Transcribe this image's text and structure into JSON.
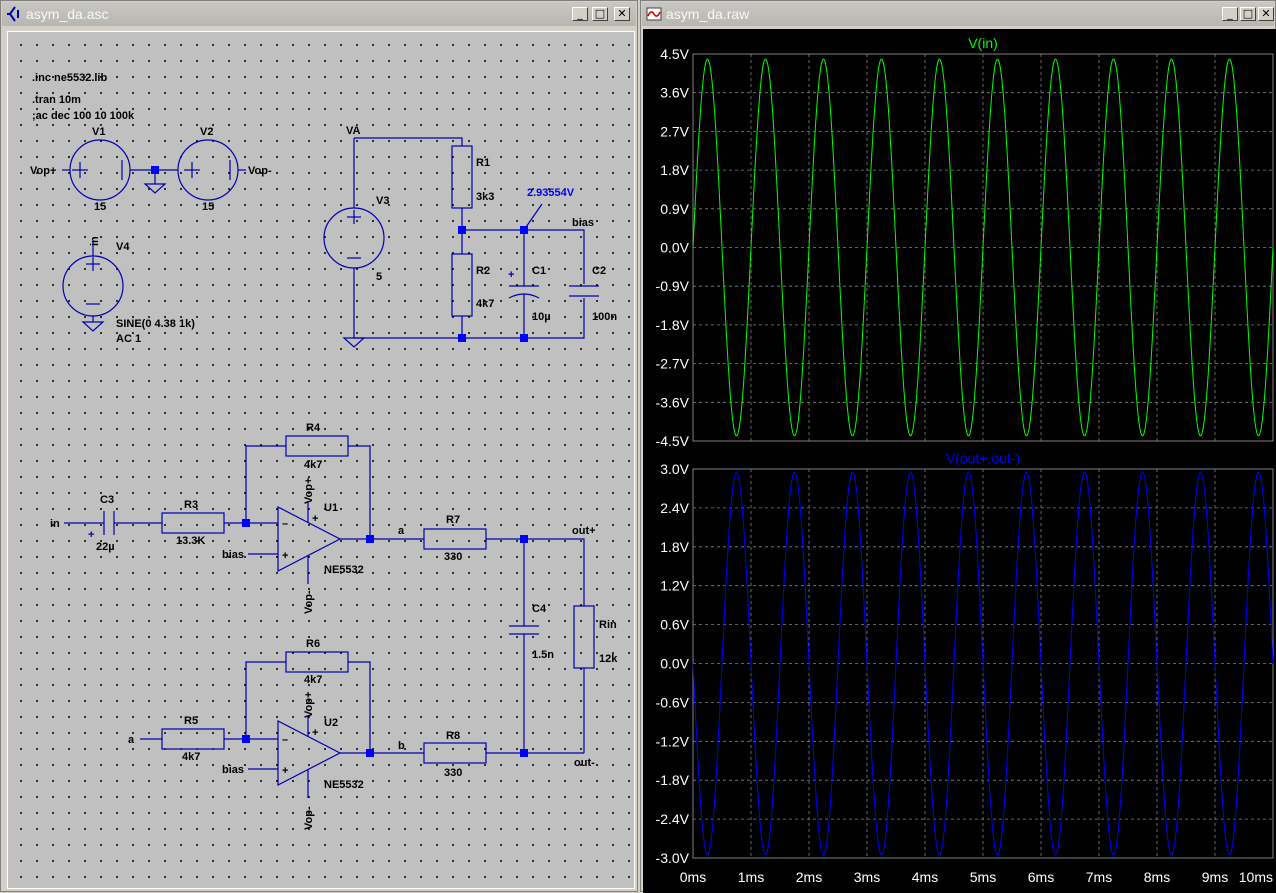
{
  "schematic_window": {
    "title": "asym_da.asc",
    "buttons": {
      "minimize": "_",
      "maximize": "□",
      "close": "✕"
    },
    "directives": [
      ".inc ne5532.lib",
      ".tran 10m",
      ";ac dec 100 10 100k"
    ],
    "components": {
      "V1": {
        "name": "V1",
        "value": "15"
      },
      "V2": {
        "name": "V2",
        "value": "15"
      },
      "V3": {
        "name": "V3",
        "value": "5"
      },
      "V4": {
        "name": "V4",
        "value": "SINE(0 4.38 1k)",
        "value2": "AC 1"
      },
      "R1": {
        "name": "R1",
        "value": "3k3"
      },
      "R2": {
        "name": "R2",
        "value": "4k7"
      },
      "C1": {
        "name": "C1",
        "value": "10µ"
      },
      "C2": {
        "name": "C2",
        "value": "100n"
      },
      "C3": {
        "name": "C3",
        "value": "22µ"
      },
      "R3": {
        "name": "R3",
        "value": "13.3K"
      },
      "R4": {
        "name": "R4",
        "value": "4k7"
      },
      "U1": {
        "name": "U1",
        "value": "NE5532"
      },
      "R7": {
        "name": "R7",
        "value": "330"
      },
      "C4": {
        "name": "C4",
        "value": "1.5n"
      },
      "Rin": {
        "name": "Rin",
        "value": "12k"
      },
      "R5": {
        "name": "R5",
        "value": "4k7"
      },
      "R6": {
        "name": "R6",
        "value": "4k7"
      },
      "U2": {
        "name": "U2",
        "value": "NE5532"
      },
      "R8": {
        "name": "R8",
        "value": "330"
      }
    },
    "net_labels": {
      "vop_plus": "Vop+",
      "vop_minus": "Vop-",
      "in": "in",
      "va": "VA",
      "bias": "bias",
      "a": "a",
      "b": "b",
      "out_plus": "out+",
      "out_minus": "out-"
    },
    "voltage_probe": "2.93554V",
    "opamp_pins": {
      "minus": "–",
      "plus": "+"
    },
    "polarity_mark": "+"
  },
  "waveform_window": {
    "title": "asym_da.raw",
    "buttons": {
      "minimize": "_",
      "maximize": "□",
      "close": "✕"
    },
    "colors": {
      "vin": "#00ff00",
      "vout": "#0000ff",
      "grid": "#808080",
      "axis_text": "#ffffff"
    }
  },
  "chart_data": [
    {
      "type": "line",
      "title": "V(in)",
      "series": [
        {
          "name": "V(in)",
          "waveform": "sine",
          "amplitude": 4.38,
          "frequency_hz": 1000,
          "phase_deg": 0
        }
      ],
      "x_range": [
        0,
        0.01
      ],
      "x_ticks": [
        "0ms",
        "1ms",
        "2ms",
        "3ms",
        "4ms",
        "5ms",
        "6ms",
        "7ms",
        "8ms",
        "9ms",
        "10ms"
      ],
      "ylim": [
        -4.5,
        4.5
      ],
      "y_ticks": [
        "4.5V",
        "3.6V",
        "2.7V",
        "1.8V",
        "0.9V",
        "0.0V",
        "-0.9V",
        "-1.8V",
        "-2.7V",
        "-3.6V",
        "-4.5V"
      ],
      "grid": true
    },
    {
      "type": "line",
      "title": "V(out+,out-)",
      "series": [
        {
          "name": "V(out+,out-)",
          "waveform": "sine",
          "amplitude": 2.95,
          "frequency_hz": 1000,
          "phase_deg": 180
        }
      ],
      "x_range": [
        0,
        0.01
      ],
      "x_ticks": [
        "0ms",
        "1ms",
        "2ms",
        "3ms",
        "4ms",
        "5ms",
        "6ms",
        "7ms",
        "8ms",
        "9ms",
        "10ms"
      ],
      "ylim": [
        -3.0,
        3.0
      ],
      "y_ticks": [
        "3.0V",
        "2.4V",
        "1.8V",
        "1.2V",
        "0.6V",
        "0.0V",
        "-0.6V",
        "-1.2V",
        "-1.8V",
        "-2.4V",
        "-3.0V"
      ],
      "grid": true
    }
  ]
}
